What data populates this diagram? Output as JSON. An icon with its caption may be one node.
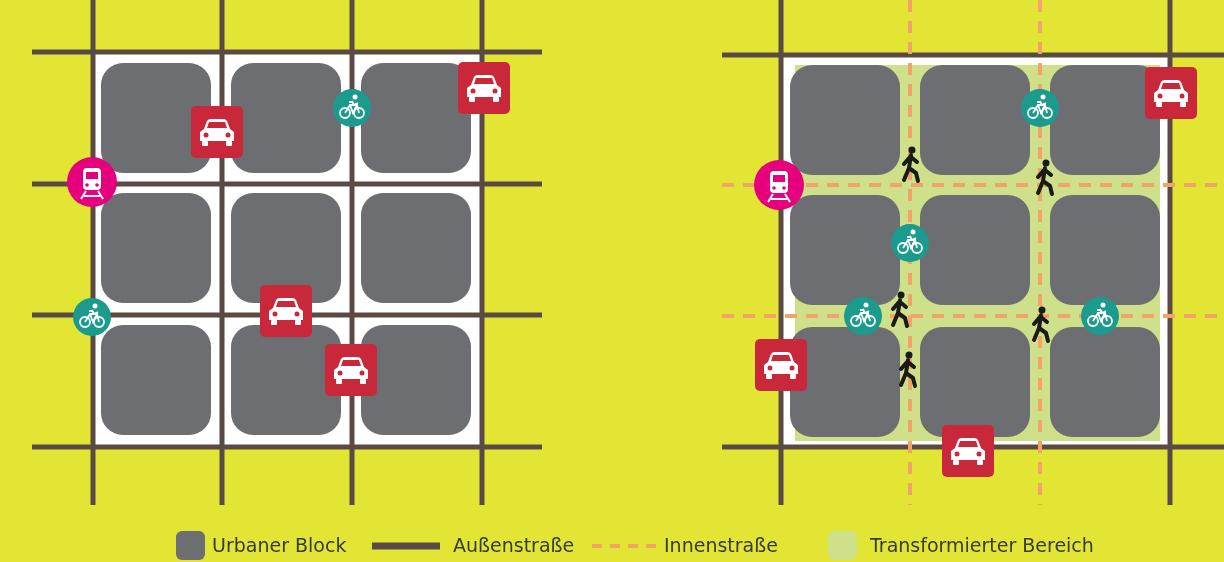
{
  "diagram": {
    "legend": [
      {
        "text": "Urbaner Block",
        "color": "#6d6e71"
      },
      {
        "text": "Außenstraße"
      },
      {
        "text": "Innenstraße"
      },
      {
        "text": "Transformierter Bereich",
        "color": "#cfe08a"
      }
    ]
  }
}
